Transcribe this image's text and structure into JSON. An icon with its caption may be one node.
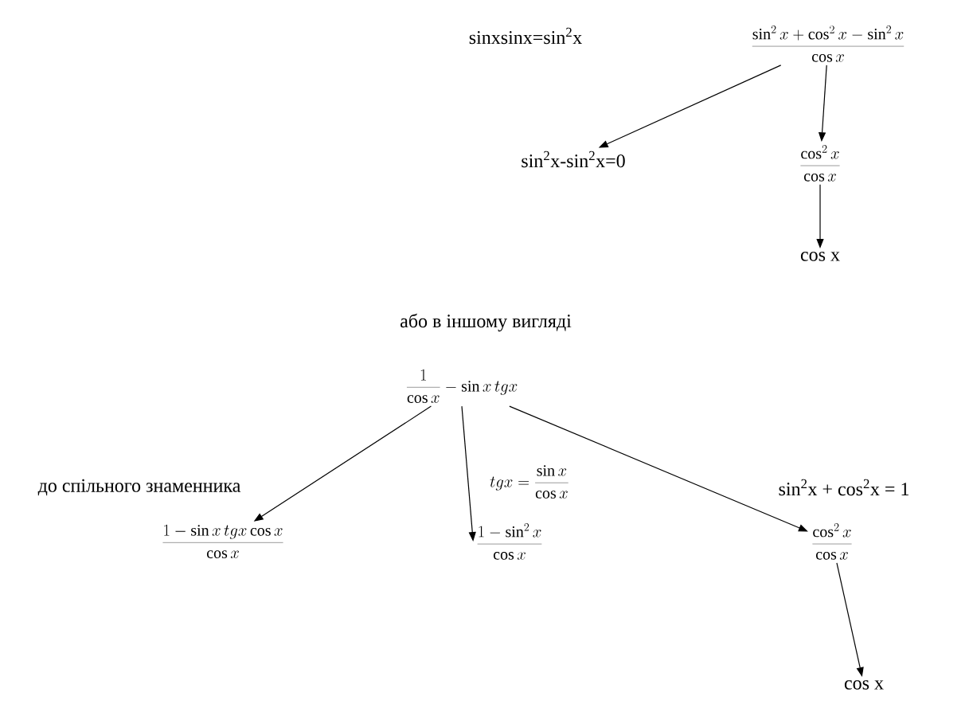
{
  "diagram": {
    "nodes": [
      {
        "text": [
          "\\frac{\\sin^2 x+\\cos^2 x-\\sin^2 x}{\\cos x}"
        ]
      },
      {
        "text": [
          "sin$^{2}$x-sin$^{2}$x=0"
        ]
      },
      {
        "text": [
          "\\frac{\\cos^2 x}{\\cos x}"
        ]
      },
      {
        "text": [
          "cos x"
        ]
      },
      {
        "text": [
          "\\frac{1}{\\cos x}-\\sin x\\,tgx"
        ]
      },
      {
        "text": [
          "\\frac{1-\\sin x\\,tgx\\cos x}{\\cos x}"
        ]
      },
      {
        "text": [
          "\\frac{1-\\sin^2 x}{\\cos x}"
        ]
      },
      {
        "text": [
          "\\frac{\\cos^2 x}{\\cos x}"
        ]
      },
      {
        "text": [
          "cos x"
        ]
      }
    ],
    "edges": [
      {
        "from": 0,
        "to": 1,
        "arrow": "to"
      },
      {
        "from": 0,
        "to": 2,
        "arrow": "to"
      },
      {
        "from": 2,
        "to": 3,
        "arrow": "to"
      },
      {
        "from": 4,
        "to": 5,
        "arrow": "to",
        "label": "до спільного знаменника"
      },
      {
        "from": 4,
        "to": 6,
        "arrow": "to",
        "label": "tgx=\\frac{\\sin x}{\\cos x}"
      },
      {
        "from": 4,
        "to": 7,
        "arrow": "to",
        "label": "sin$^{2}$x + cos$^{2}$x = 1"
      },
      {
        "from": 7,
        "to": 8,
        "arrow": "to"
      }
    ],
    "labels": [
      "sinxsinx=sin$^{2}$x",
      "або в іншому вигляді"
    ]
  }
}
